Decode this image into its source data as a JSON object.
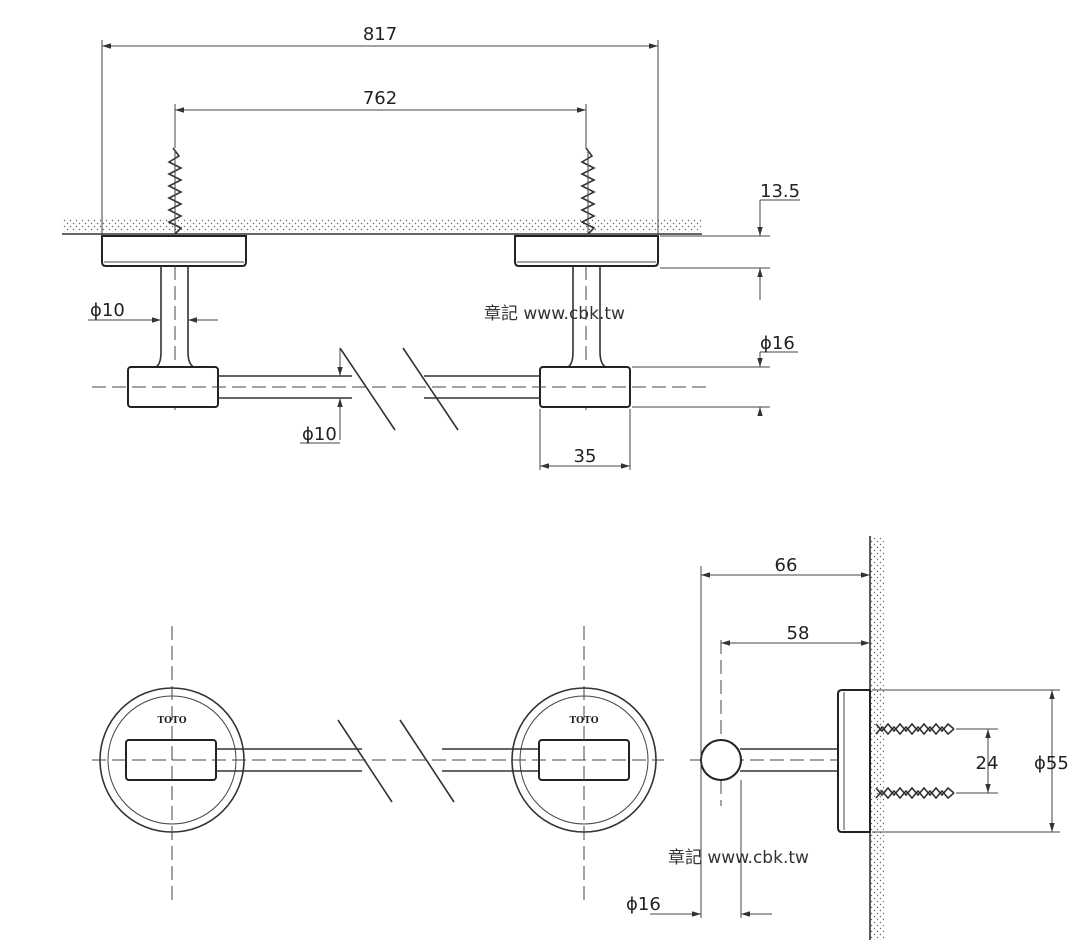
{
  "top_view": {
    "dim_overall": "817",
    "dim_screw_spacing": "762",
    "dim_base_depth": "13.5",
    "dim_post_diameter": "ϕ10",
    "dim_bar_diameter": "ϕ10",
    "dim_holder_diameter": "ϕ16",
    "dim_holder_length": "35"
  },
  "front_view": {
    "brand_left": "TOTO",
    "brand_right": "TOTO"
  },
  "side_view": {
    "dim_projection": "66",
    "dim_center_offset": "58",
    "dim_screw_spacing": "24",
    "dim_flange_diameter": "ϕ55",
    "dim_bar_diameter": "ϕ16"
  },
  "watermark": {
    "top": "章記 www.cbk.tw",
    "bottom": "章記 www.cbk.tw"
  }
}
